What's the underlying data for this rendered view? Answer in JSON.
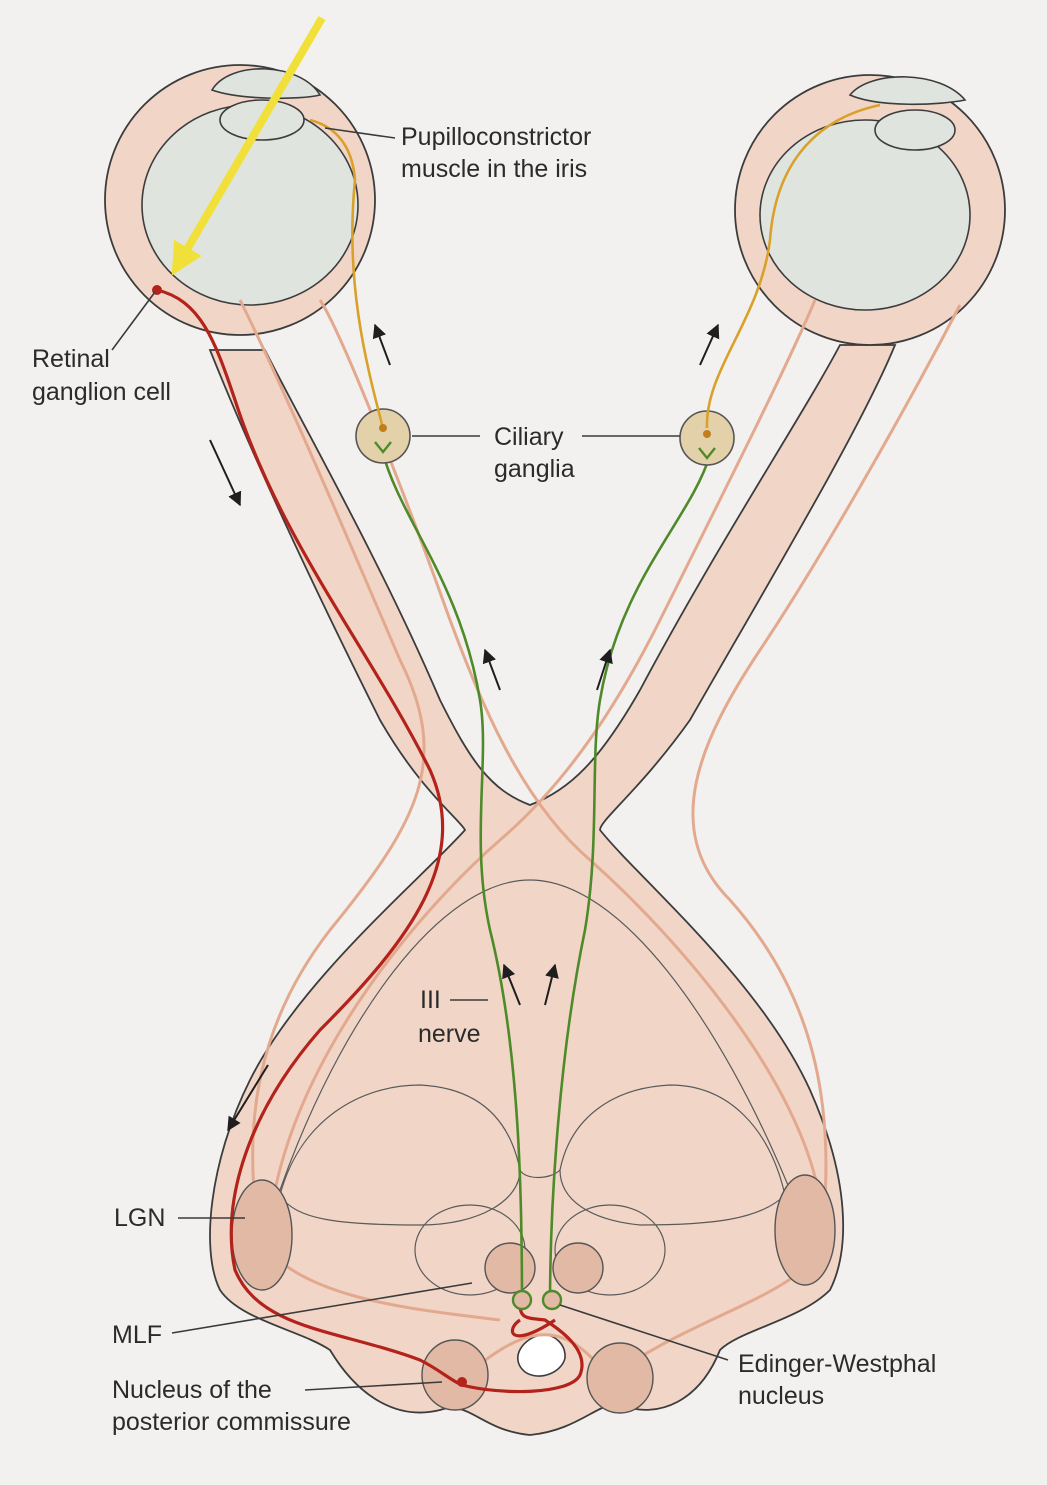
{
  "labels": {
    "pupilloconstrictor_line1": "Pupilloconstrictor",
    "pupilloconstrictor_line2": "muscle in the iris",
    "retinal_line1": "Retinal",
    "retinal_line2": "ganglion cell",
    "ciliary_line1": "Ciliary",
    "ciliary_line2": "ganglia",
    "iii_line1": "III",
    "iii_line2": "nerve",
    "lgn": "LGN",
    "mlf": "MLF",
    "npc_line1": "Nucleus of the",
    "npc_line2": "posterior commissure",
    "ew_line1": "Edinger-Westphal",
    "ew_line2": "nucleus"
  },
  "colors": {
    "tissue": "#f1d6c8",
    "eyeball": "#dfe4df",
    "afferent_red": "#b3221b",
    "efferent_green": "#4f8a2a",
    "postganglionic_yellow": "#d9a12a",
    "light_ray": "#f2e03a",
    "ganglion": "#e3d2a9"
  }
}
